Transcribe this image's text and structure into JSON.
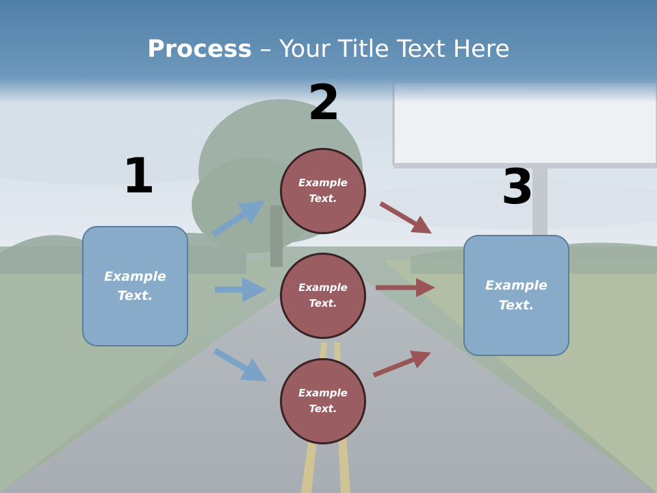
{
  "title": {
    "bold": "Process",
    "rest": " – Your Title Text Here"
  },
  "steps": {
    "n1": "1",
    "n2": "2",
    "n3": "3"
  },
  "left_box": {
    "text1": "Example",
    "text2": "Text."
  },
  "right_box": {
    "text1": "Example",
    "text2": "Text."
  },
  "circles": [
    {
      "text1": "Example",
      "text2": "Text."
    },
    {
      "text1": "Example",
      "text2": "Text."
    },
    {
      "text1": "Example",
      "text2": "Text."
    }
  ],
  "colors": {
    "box": "#87abc8",
    "circle": "#9a5e62",
    "blue_arrow": "#7ba3c7",
    "red_arrow": "#9a5558"
  }
}
